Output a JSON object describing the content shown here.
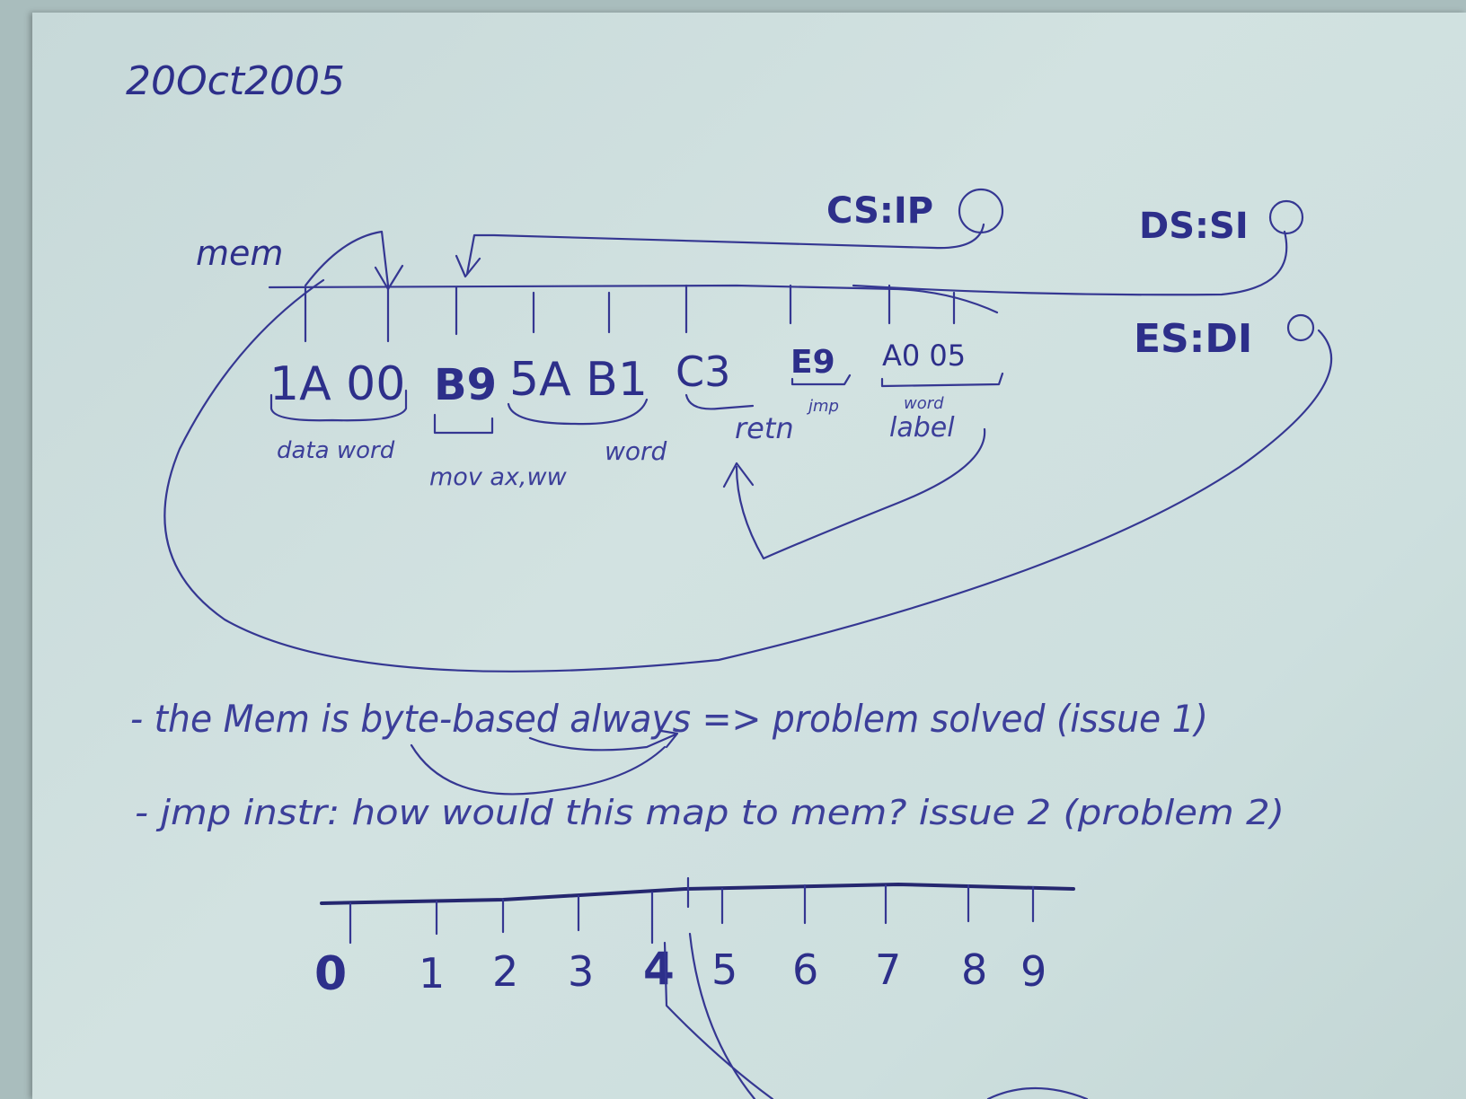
{
  "date": "20Oct2005",
  "registers": {
    "cs_ip": "CS:IP",
    "ds_si": "DS:SI",
    "es_di": "ES:DI"
  },
  "diagram": {
    "mem_label": "mem",
    "bytes_1": "1A 00",
    "bytes_2": "B9",
    "bytes_3": "5A B1",
    "bytes_4": "C3",
    "bytes_5": "E9",
    "bytes_6": "A0 05",
    "data_word": "data word",
    "mov": "mov ax,ww",
    "word": "word",
    "retn": "retn",
    "jmp": "jmp",
    "word_small": "word",
    "label": "label"
  },
  "notes": {
    "line1": "- the Mem is byte-based always => problem solved (issue 1)",
    "line2": "- jmp instr: how would this map to mem? issue 2 (problem 2)"
  },
  "ruler": {
    "ticks": [
      "0",
      "1",
      "2",
      "3",
      "4",
      "5",
      "6",
      "7",
      "8",
      "9"
    ]
  },
  "colors": {
    "paper": "#cddfde",
    "ink": "#2d2f8a",
    "background": "#a9bdbd"
  }
}
